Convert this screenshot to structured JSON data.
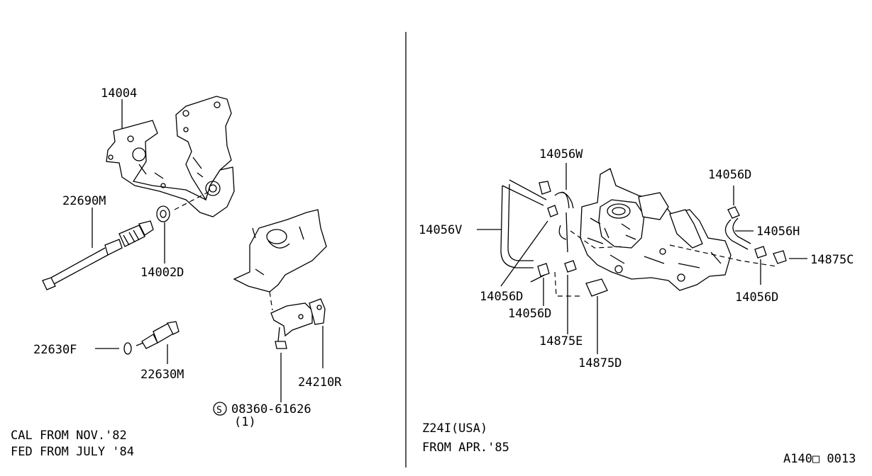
{
  "left_panel": {
    "labels": {
      "manifold": "14004",
      "sensor_cable": "22690M",
      "gasket": "14002D",
      "washer": "22630F",
      "temp_sensor": "22630M",
      "bracket": "24210R",
      "bolt_code": "08360-61626",
      "bolt_qty": "(1)",
      "bolt_symbol": "S"
    },
    "notes": [
      "CAL FROM NOV.'82",
      "FED FROM JULY '84"
    ]
  },
  "right_panel": {
    "labels": {
      "hose_w": "14056W",
      "hose_v": "14056V",
      "hose_d_top": "14056D",
      "hose_h": "14056H",
      "connector_c": "14875C",
      "clamp_d_left": "14056D",
      "clamp_d_mid": "14056D",
      "connector_e": "14875E",
      "connector_d": "14875D",
      "clamp_d_right": "14056D"
    },
    "notes": [
      "Z24I(USA)",
      "FROM APR.'85"
    ]
  },
  "diagram_id": "A140□ 0013"
}
